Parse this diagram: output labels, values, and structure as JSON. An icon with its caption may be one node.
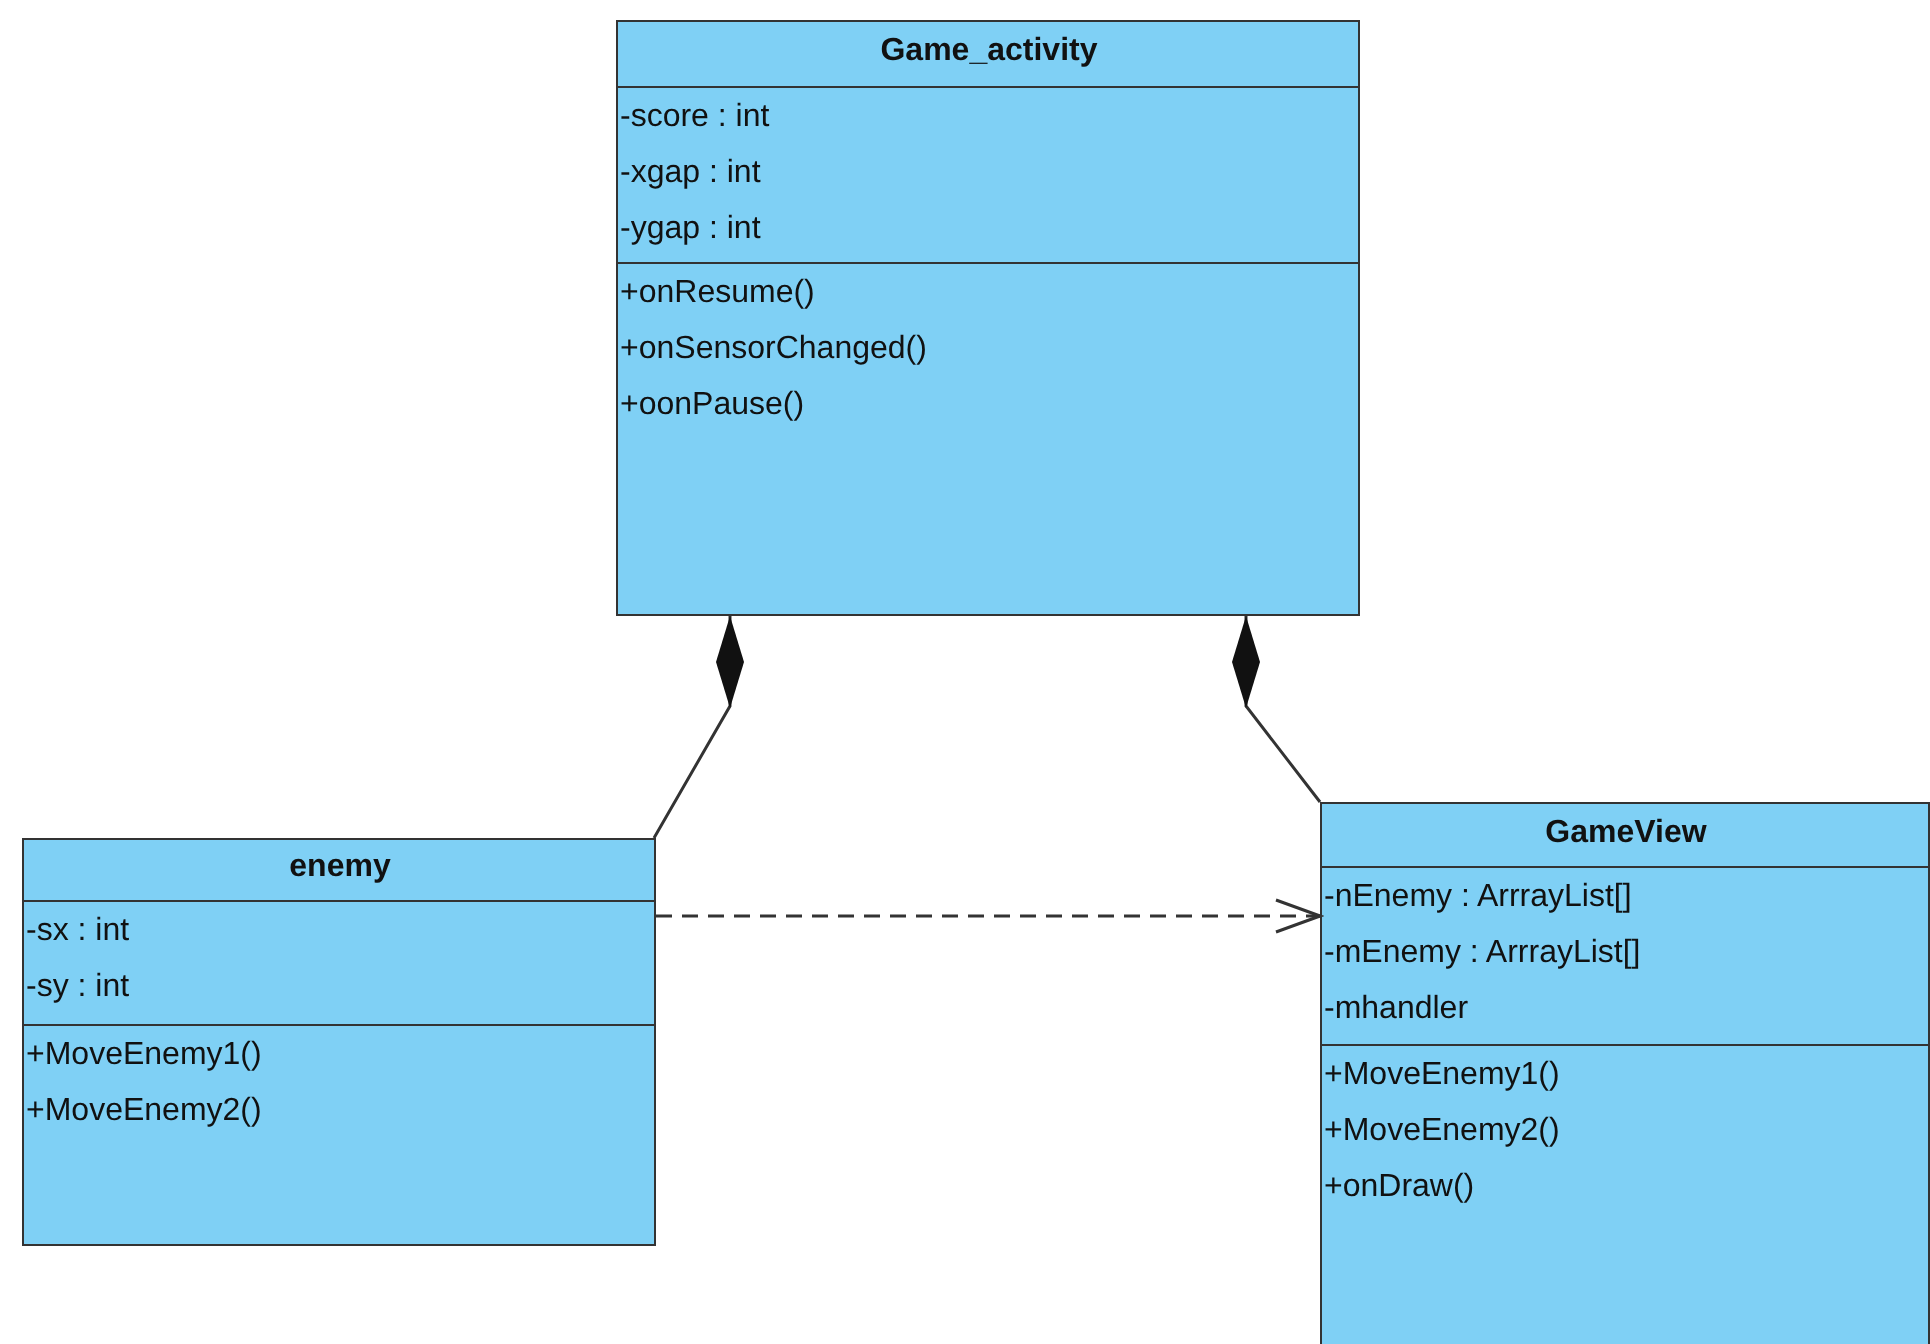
{
  "diagram": {
    "nodes": [
      {
        "text": [
          "Game_activity",
          "-score : int",
          "-xgap : int",
          "-ygap : int",
          "+onResume()",
          "+onSensorChanged()",
          "+oonPause()"
        ]
      },
      {
        "text": [
          "enemy",
          "-sx : int",
          "-sy : int",
          "+MoveEnemy1()",
          "+MoveEnemy2()"
        ]
      },
      {
        "text": [
          "GameView",
          "-nEnemy : ArrrayList[]",
          "-mEnemy : ArrrayList[]",
          "-mhandler",
          "+MoveEnemy1()",
          "+MoveEnemy2()",
          "+onDraw()"
        ]
      }
    ],
    "edges": [
      {
        "from": 1,
        "to": 0,
        "arrow": "other"
      },
      {
        "from": 2,
        "to": 0,
        "arrow": "other"
      },
      {
        "from": 1,
        "to": 2,
        "arrow": "to",
        "style": "dashed"
      }
    ]
  }
}
